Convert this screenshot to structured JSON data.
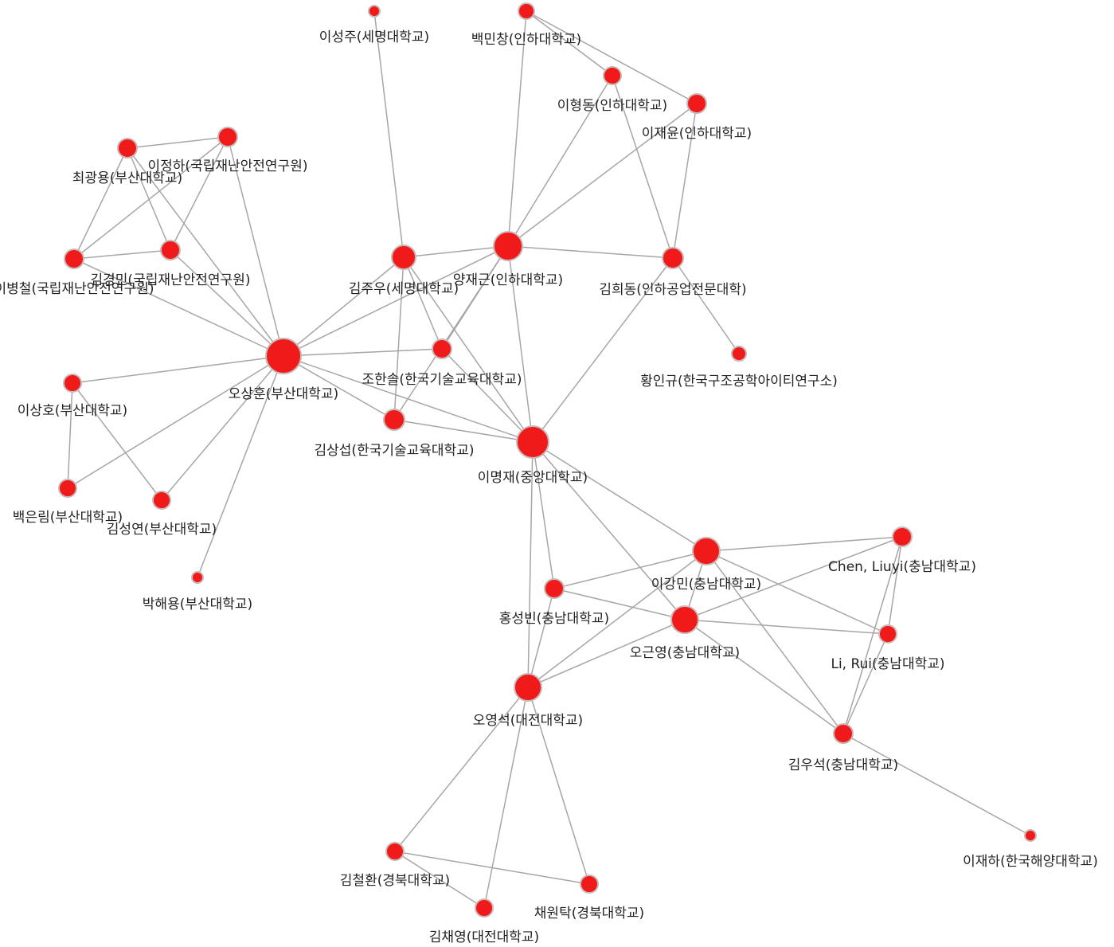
{
  "graph": {
    "node_color": "#f01a1a",
    "edge_color": "#a6a6a6",
    "nodes": [
      {
        "id": "n1",
        "label": "이성주(세명대학교)"
      },
      {
        "id": "n2",
        "label": "백민창(인하대학교)"
      },
      {
        "id": "n3",
        "label": "이형동(인하대학교)"
      },
      {
        "id": "n4",
        "label": "이재윤(인하대학교)"
      },
      {
        "id": "n5",
        "label": "이정하(국립재난안전연구원)"
      },
      {
        "id": "n6",
        "label": "최광용(부산대학교)"
      },
      {
        "id": "n7",
        "label": "김주우(세명대학교)"
      },
      {
        "id": "n8",
        "label": "양재근(인하대학교)"
      },
      {
        "id": "n9",
        "label": "김희동(인하공업전문대학)"
      },
      {
        "id": "n10",
        "label": "이병철(국립재난안전연구원)"
      },
      {
        "id": "n11",
        "label": "김경민(국립재난안전연구원)"
      },
      {
        "id": "n12",
        "label": "오상훈(부산대학교)"
      },
      {
        "id": "n13",
        "label": "조한솔(한국기술교육대학교)"
      },
      {
        "id": "n14",
        "label": "황인규(한국구조공학아이티연구소)"
      },
      {
        "id": "n15",
        "label": "이상호(부산대학교)"
      },
      {
        "id": "n16",
        "label": "김상섭(한국기술교육대학교)"
      },
      {
        "id": "n17",
        "label": "이명재(중앙대학교)"
      },
      {
        "id": "n18",
        "label": "백은림(부산대학교)"
      },
      {
        "id": "n19",
        "label": "김성연(부산대학교)"
      },
      {
        "id": "n20",
        "label": "박해용(부산대학교)"
      },
      {
        "id": "n21",
        "label": "이강민(충남대학교)"
      },
      {
        "id": "n22",
        "label": "Chen, Liuyi(충남대학교)"
      },
      {
        "id": "n23",
        "label": "홍성빈(충남대학교)"
      },
      {
        "id": "n24",
        "label": "오근영(충남대학교)"
      },
      {
        "id": "n25",
        "label": "Li, Rui(충남대학교)"
      },
      {
        "id": "n26",
        "label": "오영석(대전대학교)"
      },
      {
        "id": "n27",
        "label": "김우석(충남대학교)"
      },
      {
        "id": "n28",
        "label": "이재하(한국해양대학교)"
      },
      {
        "id": "n29",
        "label": "김철환(경북대학교)"
      },
      {
        "id": "n30",
        "label": "채원탁(경북대학교)"
      },
      {
        "id": "n31",
        "label": "김채영(대전대학교)"
      }
    ],
    "edges": [
      [
        "n1",
        "n7"
      ],
      [
        "n2",
        "n8"
      ],
      [
        "n2",
        "n3"
      ],
      [
        "n2",
        "n4"
      ],
      [
        "n3",
        "n8"
      ],
      [
        "n3",
        "n9"
      ],
      [
        "n4",
        "n8"
      ],
      [
        "n4",
        "n9"
      ],
      [
        "n8",
        "n7"
      ],
      [
        "n8",
        "n9"
      ],
      [
        "n8",
        "n13"
      ],
      [
        "n8",
        "n16"
      ],
      [
        "n8",
        "n17"
      ],
      [
        "n9",
        "n17"
      ],
      [
        "n9",
        "n14"
      ],
      [
        "n7",
        "n12"
      ],
      [
        "n7",
        "n13"
      ],
      [
        "n7",
        "n16"
      ],
      [
        "n7",
        "n17"
      ],
      [
        "n5",
        "n10"
      ],
      [
        "n5",
        "n11"
      ],
      [
        "n5",
        "n12"
      ],
      [
        "n6",
        "n10"
      ],
      [
        "n6",
        "n11"
      ],
      [
        "n6",
        "n12"
      ],
      [
        "n6",
        "n5"
      ],
      [
        "n10",
        "n11"
      ],
      [
        "n10",
        "n12"
      ],
      [
        "n11",
        "n12"
      ],
      [
        "n12",
        "n8"
      ],
      [
        "n12",
        "n13"
      ],
      [
        "n12",
        "n16"
      ],
      [
        "n12",
        "n17"
      ],
      [
        "n12",
        "n15"
      ],
      [
        "n12",
        "n18"
      ],
      [
        "n12",
        "n19"
      ],
      [
        "n12",
        "n20"
      ],
      [
        "n15",
        "n18"
      ],
      [
        "n15",
        "n19"
      ],
      [
        "n13",
        "n17"
      ],
      [
        "n16",
        "n17"
      ],
      [
        "n17",
        "n21"
      ],
      [
        "n17",
        "n23"
      ],
      [
        "n17",
        "n24"
      ],
      [
        "n17",
        "n26"
      ],
      [
        "n21",
        "n22"
      ],
      [
        "n21",
        "n23"
      ],
      [
        "n21",
        "n24"
      ],
      [
        "n21",
        "n25"
      ],
      [
        "n21",
        "n27"
      ],
      [
        "n21",
        "n26"
      ],
      [
        "n22",
        "n24"
      ],
      [
        "n22",
        "n25"
      ],
      [
        "n22",
        "n27"
      ],
      [
        "n23",
        "n24"
      ],
      [
        "n23",
        "n26"
      ],
      [
        "n24",
        "n25"
      ],
      [
        "n24",
        "n26"
      ],
      [
        "n24",
        "n27"
      ],
      [
        "n25",
        "n27"
      ],
      [
        "n27",
        "n28"
      ],
      [
        "n26",
        "n29"
      ],
      [
        "n26",
        "n30"
      ],
      [
        "n26",
        "n31"
      ],
      [
        "n29",
        "n30"
      ],
      [
        "n29",
        "n31"
      ]
    ]
  }
}
